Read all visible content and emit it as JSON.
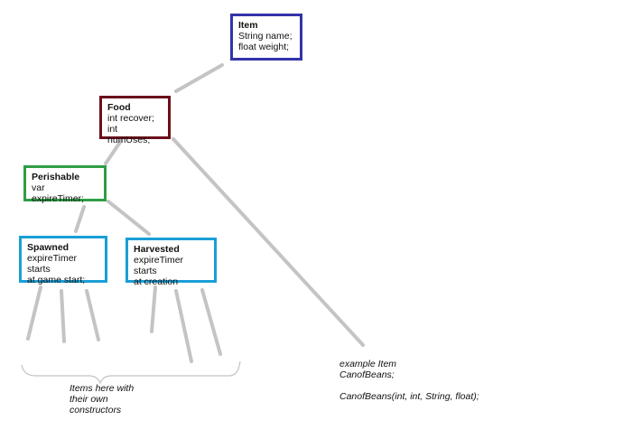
{
  "nodes": {
    "item": {
      "title": "Item",
      "fields": [
        "String name;",
        "float weight;"
      ],
      "color": "#3333aa"
    },
    "food": {
      "title": "Food",
      "fields": [
        "int recover;",
        "int numUses;"
      ],
      "color": "#6b0f1a"
    },
    "perishable": {
      "title": "Perishable",
      "fields": [
        "var expireTimer;"
      ],
      "color": "#2e9e45"
    },
    "spawned": {
      "title": "Spawned",
      "fields": [
        "expireTimer starts",
        "at game start;"
      ],
      "color": "#1a9ed6"
    },
    "harvested": {
      "title": "Harvested",
      "fields": [
        "expireTimer starts",
        "at creation"
      ],
      "color": "#1a9ed6"
    }
  },
  "notes": {
    "items_note": [
      "Items here with",
      "their own",
      "constructors"
    ],
    "example_note": [
      "example Item",
      "CanofBeans;",
      "",
      "CanofBeans(int, int, String, float);"
    ]
  },
  "colors": {
    "connector": "#c4c4c4"
  }
}
